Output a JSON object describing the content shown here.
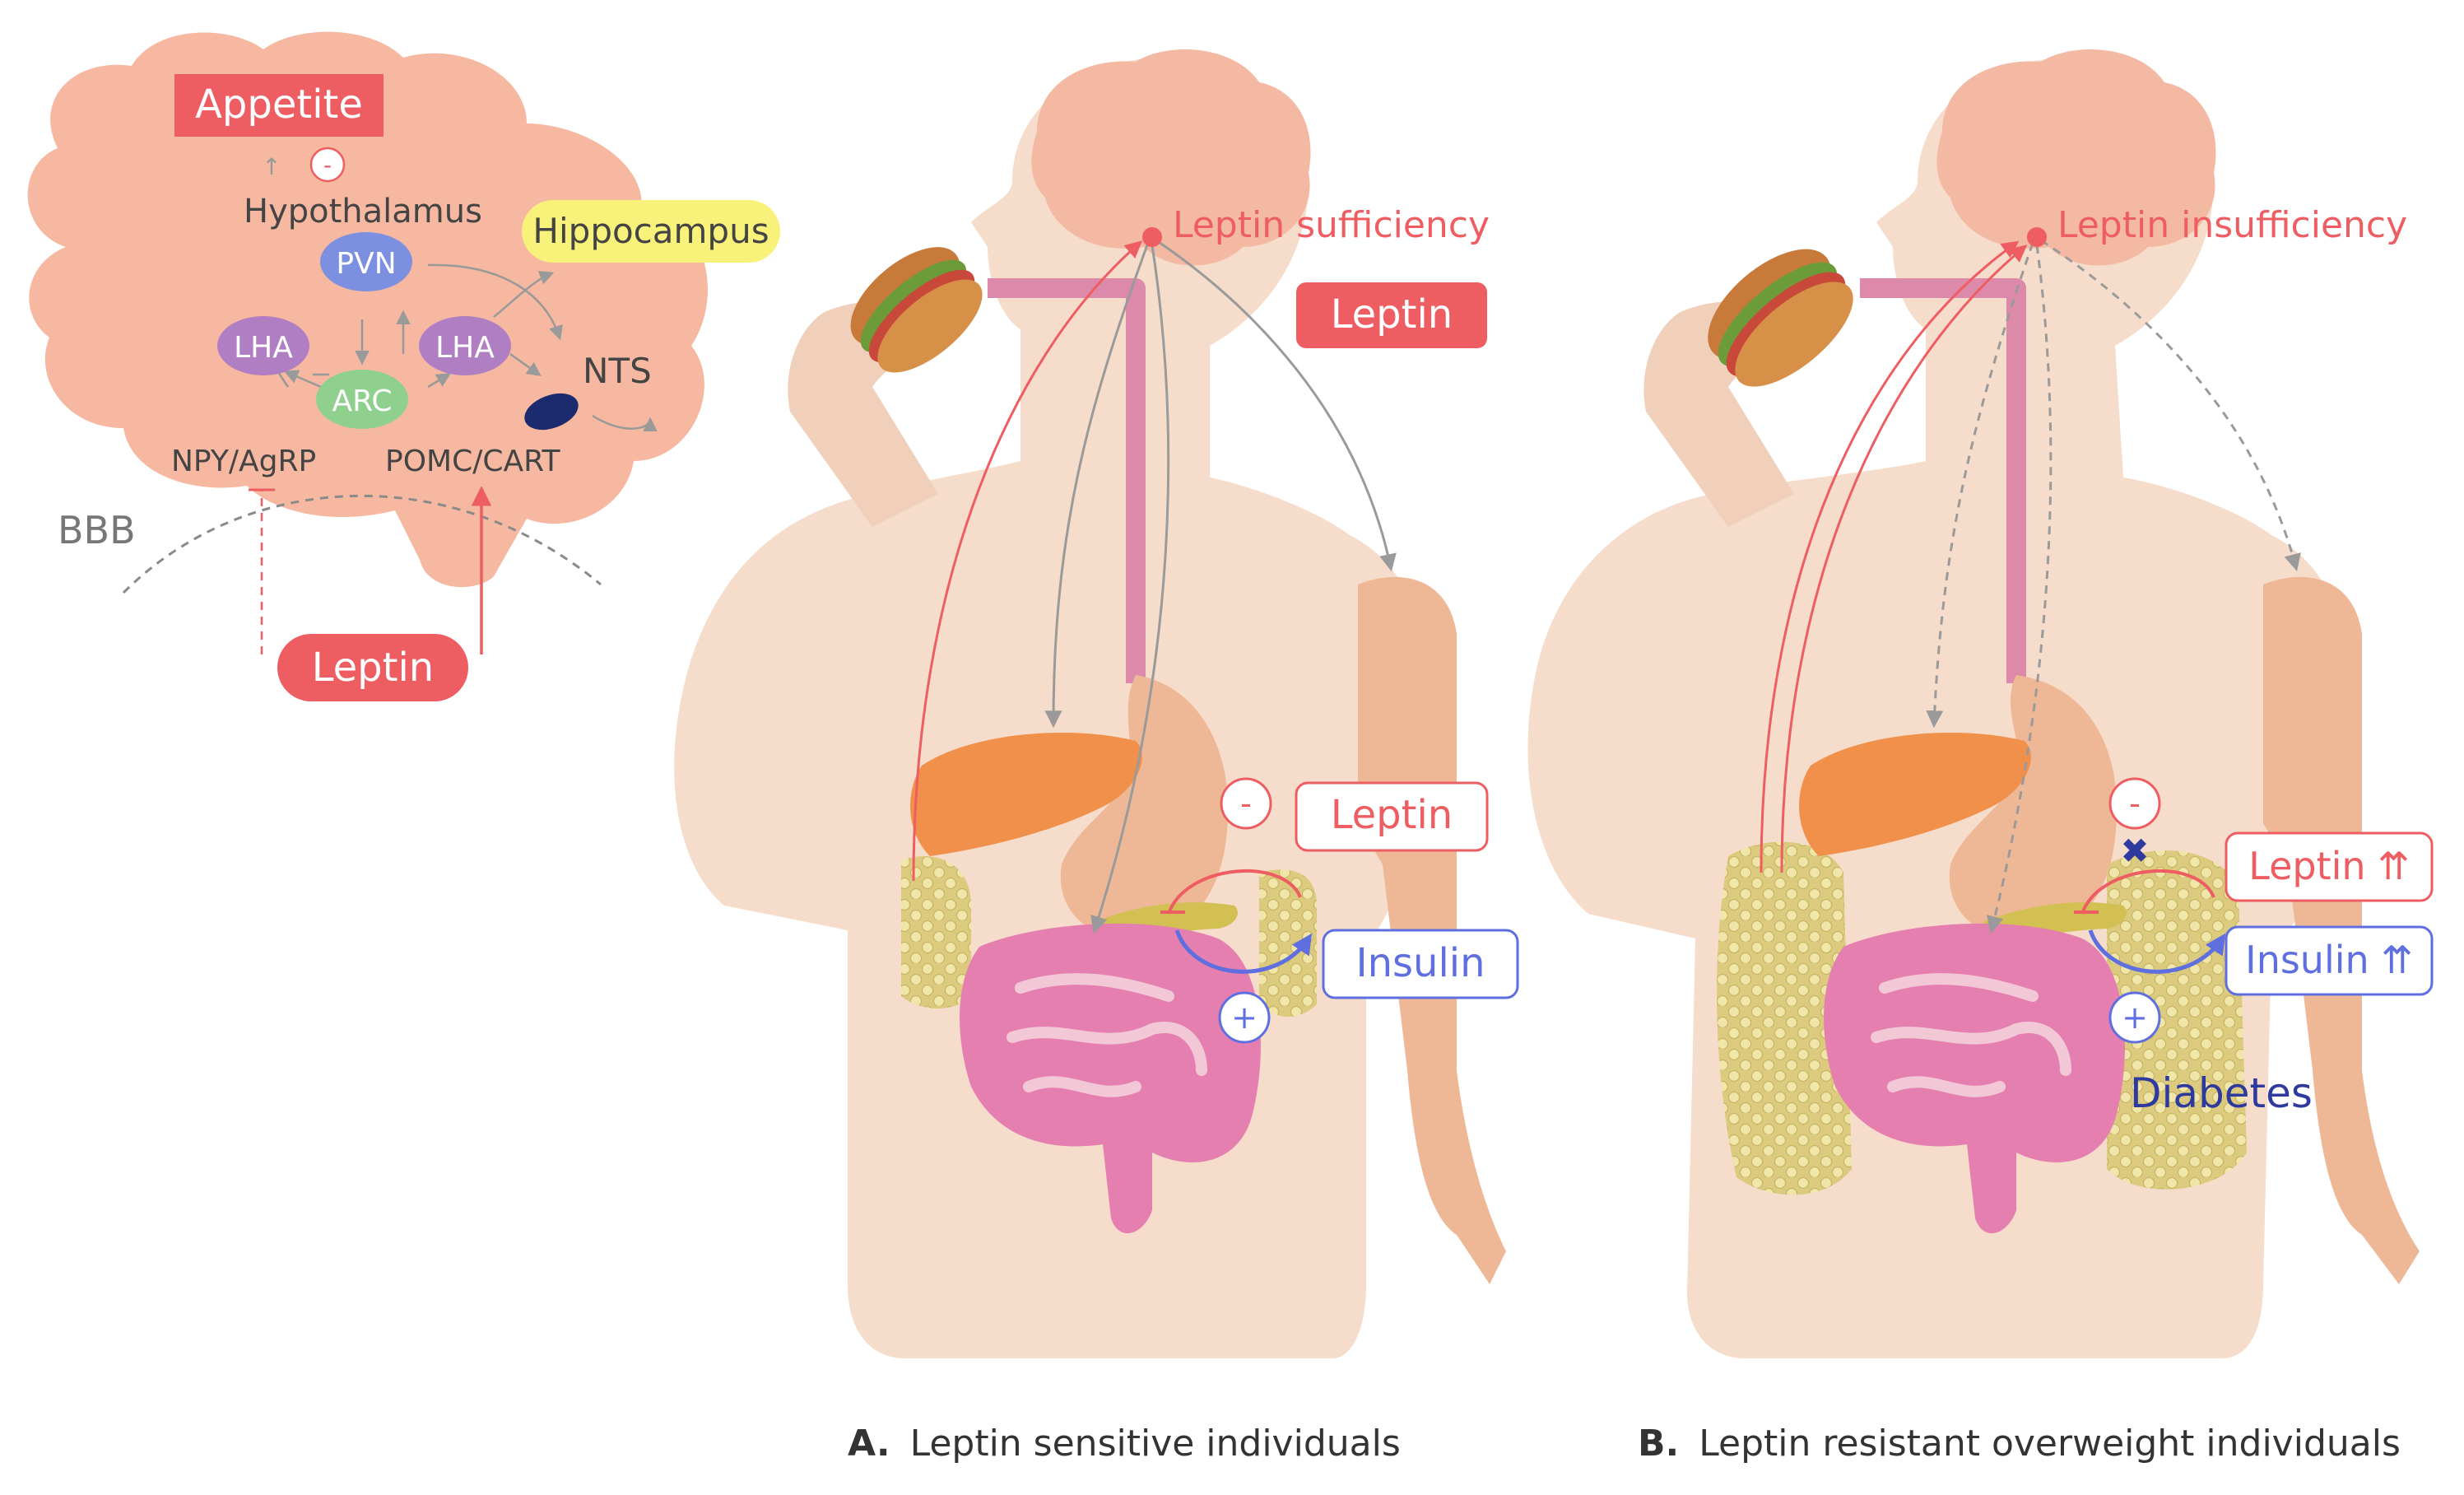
{
  "brain_inset": {
    "appetite_label": "Appetite",
    "hypothalamus_label": "Hypothalamus",
    "hippocampus_label": "Hippocampus",
    "pvn_label": "PVN",
    "lha_left_label": "LHA",
    "lha_right_label": "LHA",
    "arc_label": "ARC",
    "nts_label": "NTS",
    "npy_label": "NPY/AgRP",
    "pomc_label": "POMC/CART",
    "bbb_label": "BBB",
    "leptin_label": "Leptin",
    "minus_sign": "-"
  },
  "panel_a": {
    "signal_label": "Leptin sufficiency",
    "leptin_badge": "Leptin",
    "leptin_box": "Leptin",
    "insulin_box": "Insulin",
    "minus_sign": "-",
    "plus_sign": "+",
    "caption_letter": "A.",
    "caption_text": "Leptin sensitive individuals"
  },
  "panel_b": {
    "signal_label": "Leptin insufficiency",
    "leptin_box": "Leptin ⇈",
    "insulin_box": "Insulin ⇈",
    "diabetes_label": "Diabetes",
    "minus_sign": "-",
    "plus_sign": "+",
    "block_mark": "✖",
    "caption_letter": "B.",
    "caption_text": "Leptin resistant overweight individuals"
  },
  "colors": {
    "skin": "#f6dccb",
    "skin_dark": "#eeb896",
    "brain": "#f3b9a2",
    "brain_inset": "#f6b8a0",
    "leptin_red": "#ee5d62",
    "insulin_blue": "#5f6fe0",
    "fat": "#dccb7e",
    "liver": "#f0904b",
    "intestine": "#e57fb0",
    "esophagus": "#dd8aaa",
    "arrow_grey": "#9a9a9a",
    "pvn_blue": "#7c8fe0",
    "lha_purple": "#b07ec3",
    "arc_green": "#8fd08f",
    "hippocampus_yellow": "#f8f27a",
    "nts_navy": "#1c2a6e",
    "diabetes_navy": "#2f3a9e"
  }
}
